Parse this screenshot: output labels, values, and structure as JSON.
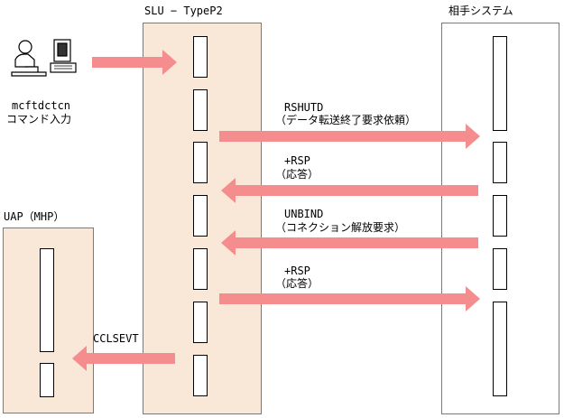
{
  "colors": {
    "panel_fill": "#f9e7d8",
    "panel_border": "#7a7a7a",
    "arrow": "#f58c8e"
  },
  "lanes": {
    "slu": {
      "title": "SLU − TypeP2"
    },
    "partner": {
      "title": "相手システム"
    },
    "uap": {
      "title": "UAP（MHP）"
    }
  },
  "operator": {
    "icon": "operator-at-computer-icon",
    "command": "mcftdctcn",
    "caption": "コマンド入力"
  },
  "messages": {
    "rshutd": {
      "name": "RSHUTD",
      "desc": "（データ転送終了要求依頼）"
    },
    "rsp1": {
      "name": "+RSP",
      "desc": "（応答）"
    },
    "unbind": {
      "name": "UNBIND",
      "desc": "（コネクション解放要求）"
    },
    "rsp2": {
      "name": "+RSP",
      "desc": "（応答）"
    },
    "cclsevt": {
      "name": "CCLSEVT"
    }
  }
}
